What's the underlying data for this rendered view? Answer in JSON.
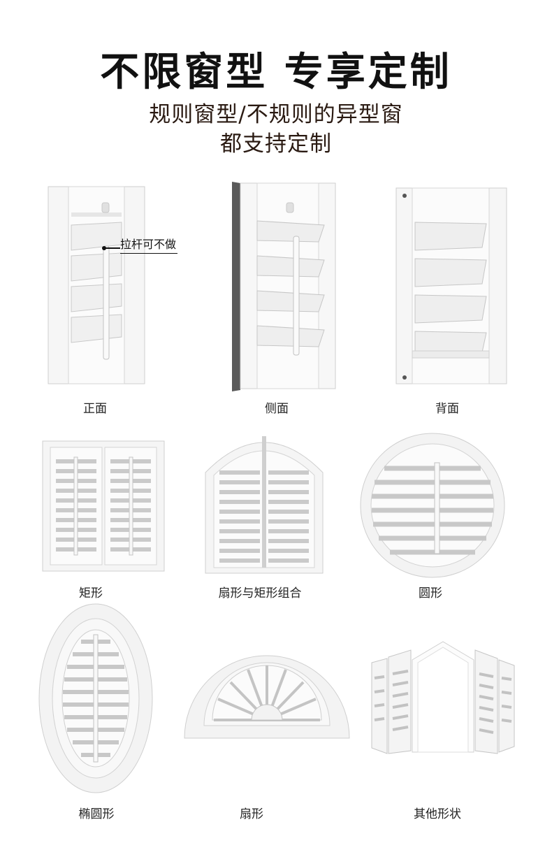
{
  "header": {
    "title": "不限窗型 专享定制",
    "subtitle_line1": "规则窗型/不规则的异型窗",
    "subtitle_line2": "都支持定制"
  },
  "callout": {
    "text": "拉杆可不做"
  },
  "products": [
    {
      "id": "front",
      "caption": "正面",
      "icon": "shutter-front-view"
    },
    {
      "id": "side",
      "caption": "侧面",
      "icon": "shutter-side-view"
    },
    {
      "id": "back",
      "caption": "背面",
      "icon": "shutter-back-view"
    },
    {
      "id": "rect",
      "caption": "矩形",
      "icon": "rectangle-shutter"
    },
    {
      "id": "arch-rect",
      "caption": "扇形与矩形组合",
      "icon": "arched-rectangle-shutter"
    },
    {
      "id": "round",
      "caption": "圆形",
      "icon": "circular-shutter"
    },
    {
      "id": "ellipse",
      "caption": "椭圆形",
      "icon": "oval-shutter"
    },
    {
      "id": "fan",
      "caption": "扇形",
      "icon": "half-round-fan-shutter"
    },
    {
      "id": "other",
      "caption": "其他形状",
      "icon": "gable-shape-shutter"
    }
  ],
  "colors": {
    "frame": "#f4f4f4",
    "stroke": "#c9c9c9",
    "shade": "#dcdcdc",
    "text": "#222222"
  }
}
